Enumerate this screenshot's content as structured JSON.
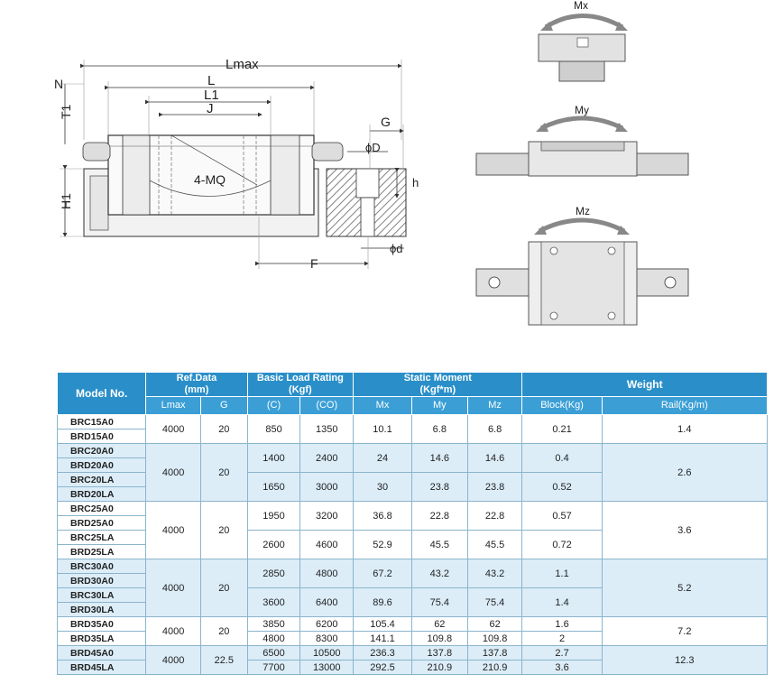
{
  "diagram": {
    "labels": {
      "lmax": "Lmax",
      "l": "L",
      "l1": "L1",
      "j": "J",
      "n": "N",
      "t1": "T1",
      "h1": "H1",
      "g": "G",
      "mq": "4-MQ",
      "phi_d_big": "ϕD",
      "phi_d_small": "ϕd",
      "h": "h",
      "f": "F",
      "mx": "Mx",
      "my": "My",
      "mz": "Mz"
    }
  },
  "table": {
    "headers": {
      "model": "Model No.",
      "ref": "Ref.Data\n(mm)",
      "load": "Basic Load Rating\n(Kgf)",
      "moment": "Static Moment\n(Kgf*m)",
      "weight": "Weight",
      "sub": [
        "Lmax",
        "G",
        "(C)",
        "(CO)",
        "Mx",
        "My",
        "Mz",
        "Block(Kg)",
        "Rail(Kg/m)"
      ]
    },
    "groups": [
      {
        "lmax": "4000",
        "g": "20",
        "rail": "1.4",
        "variants": [
          {
            "models": [
              "BRC15A0",
              "BRD15A0"
            ],
            "c": "850",
            "co": "1350",
            "mx": "10.1",
            "my": "6.8",
            "mz": "6.8",
            "block": "0.21"
          }
        ]
      },
      {
        "lmax": "4000",
        "g": "20",
        "rail": "2.6",
        "variants": [
          {
            "models": [
              "BRC20A0",
              "BRD20A0"
            ],
            "c": "1400",
            "co": "2400",
            "mx": "24",
            "my": "14.6",
            "mz": "14.6",
            "block": "0.4"
          },
          {
            "models": [
              "BRC20LA",
              "BRD20LA"
            ],
            "c": "1650",
            "co": "3000",
            "mx": "30",
            "my": "23.8",
            "mz": "23.8",
            "block": "0.52"
          }
        ]
      },
      {
        "lmax": "4000",
        "g": "20",
        "rail": "3.6",
        "variants": [
          {
            "models": [
              "BRC25A0",
              "BRD25A0"
            ],
            "c": "1950",
            "co": "3200",
            "mx": "36.8",
            "my": "22.8",
            "mz": "22.8",
            "block": "0.57"
          },
          {
            "models": [
              "BRC25LA",
              "BRD25LA"
            ],
            "c": "2600",
            "co": "4600",
            "mx": "52.9",
            "my": "45.5",
            "mz": "45.5",
            "block": "0.72"
          }
        ]
      },
      {
        "lmax": "4000",
        "g": "20",
        "rail": "5.2",
        "variants": [
          {
            "models": [
              "BRC30A0",
              "BRD30A0"
            ],
            "c": "2850",
            "co": "4800",
            "mx": "67.2",
            "my": "43.2",
            "mz": "43.2",
            "block": "1.1"
          },
          {
            "models": [
              "BRC30LA",
              "BRD30LA"
            ],
            "c": "3600",
            "co": "6400",
            "mx": "89.6",
            "my": "75.4",
            "mz": "75.4",
            "block": "1.4"
          }
        ]
      },
      {
        "lmax": "4000",
        "g": "20",
        "rail": "7.2",
        "variants": [
          {
            "models": [
              "BRD35A0"
            ],
            "c": "3850",
            "co": "6200",
            "mx": "105.4",
            "my": "62",
            "mz": "62",
            "block": "1.6"
          },
          {
            "models": [
              "BRD35LA"
            ],
            "c": "4800",
            "co": "8300",
            "mx": "141.1",
            "my": "109.8",
            "mz": "109.8",
            "block": "2"
          }
        ]
      },
      {
        "lmax": "4000",
        "g": "22.5",
        "rail": "12.3",
        "variants": [
          {
            "models": [
              "BRD45A0"
            ],
            "c": "6500",
            "co": "10500",
            "mx": "236.3",
            "my": "137.8",
            "mz": "137.8",
            "block": "2.7"
          },
          {
            "models": [
              "BRD45LA"
            ],
            "c": "7700",
            "co": "13000",
            "mx": "292.5",
            "my": "210.9",
            "mz": "210.9",
            "block": "3.6"
          }
        ]
      }
    ]
  },
  "colors": {
    "header": "#2a8fc9",
    "subheader": "#3b9fd6",
    "shade": "#dcedf8",
    "border": "#8ab4cc"
  }
}
